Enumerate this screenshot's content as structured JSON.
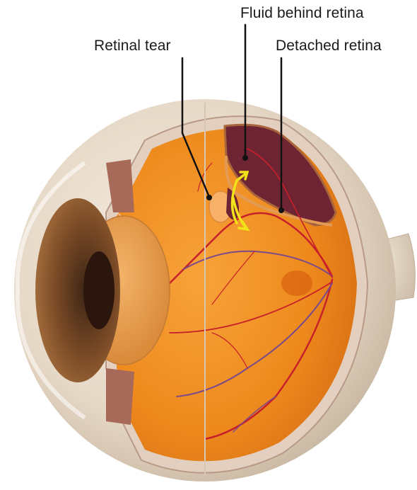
{
  "labels": {
    "retinal_tear": "Retinal tear",
    "fluid_behind_retina": "Fluid behind retina",
    "detached_retina": "Detached retina"
  },
  "colors": {
    "background": "#ffffff",
    "sclera": "#e8dccd",
    "interior": "#f08a1c",
    "fluid": "#6e2433",
    "vessel_red": "#c8202a",
    "vessel_purple": "#7a4a8a",
    "arrow": "#f2e21a",
    "leader_line": "#111111"
  }
}
